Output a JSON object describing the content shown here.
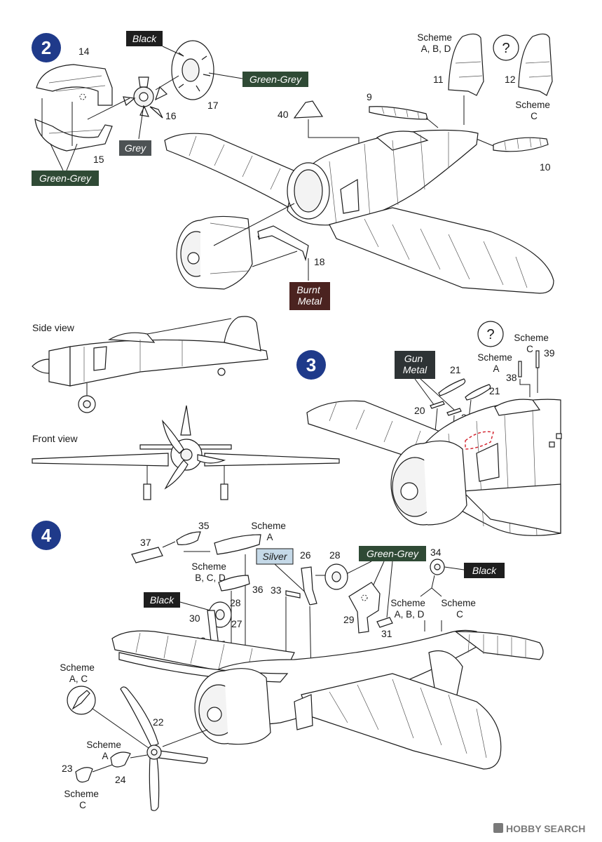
{
  "steps": [
    "2",
    "3",
    "4"
  ],
  "step2": {
    "parts": [
      "14",
      "15",
      "16",
      "17",
      "40",
      "9",
      "11",
      "12",
      "10",
      "18"
    ],
    "scheme_abd": [
      "Scheme",
      "A, B, D"
    ],
    "scheme_c": [
      "Scheme",
      "C"
    ],
    "question": "?"
  },
  "views": {
    "side": "Side view",
    "front": "Front view"
  },
  "step3": {
    "parts": [
      "21",
      "21",
      "20",
      "20",
      "38",
      "39"
    ],
    "scheme_a": [
      "Scheme",
      "A"
    ],
    "scheme_c": [
      "Scheme",
      "C"
    ],
    "question": "?"
  },
  "step4": {
    "parts": [
      "35",
      "37",
      "36",
      "26",
      "28",
      "34",
      "33",
      "28",
      "30",
      "27",
      "32",
      "33",
      "29",
      "31",
      "22",
      "23",
      "24"
    ],
    "scheme_a_top": [
      "Scheme",
      "A"
    ],
    "scheme_bcd": [
      "Scheme",
      "B, C, D"
    ],
    "scheme_abd": [
      "Scheme",
      "A, B, D"
    ],
    "scheme_c": [
      "Scheme",
      "C"
    ],
    "scheme_ac": [
      "Scheme",
      "A, C"
    ],
    "scheme_a_prop": [
      "Scheme",
      "A"
    ],
    "scheme_c_prop": [
      "Scheme",
      "C"
    ]
  },
  "color_tags": {
    "black": "Black",
    "green_grey": "Green-Grey",
    "grey": "Grey",
    "burnt_metal": [
      "Burnt",
      "Metal"
    ],
    "gun_metal": [
      "Gun",
      "Metal"
    ],
    "silver": "Silver"
  },
  "colors": {
    "step_badge": "#1f3a8a",
    "black": "#1e1e1e",
    "green_grey": "#2f4a35",
    "grey": "#4d5254",
    "burnt_metal": "#4b2320",
    "gun_metal": "#2e3335",
    "silver": "#c5d9e8"
  },
  "watermark": "HOBBY SEARCH"
}
